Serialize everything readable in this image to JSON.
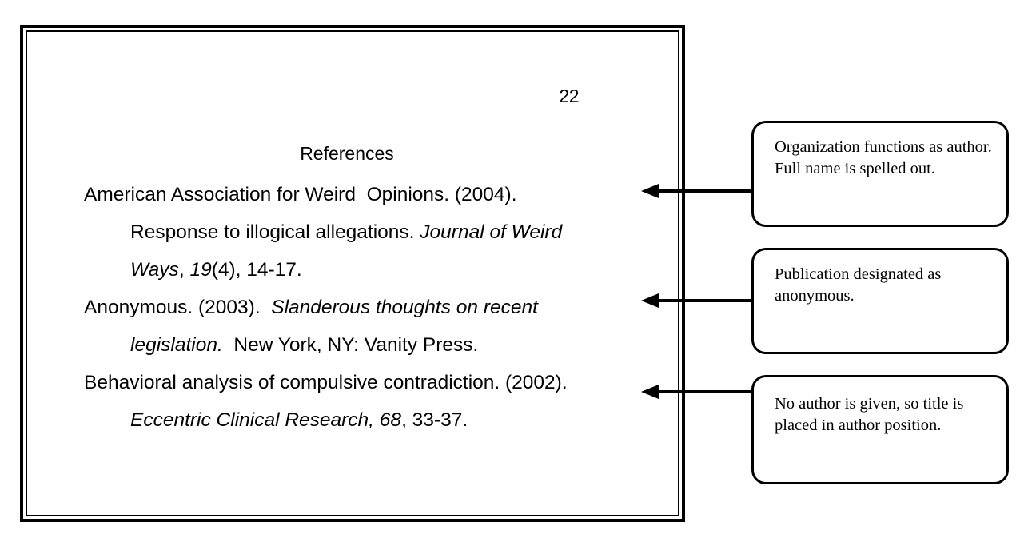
{
  "document": {
    "page_number": "22",
    "heading": "References",
    "references": [
      {
        "id": "reference-1",
        "lines": [
          [
            {
              "text": "American Association for Weird  Opinions. (2004).",
              "italic": false
            }
          ],
          [
            {
              "text": "Response to illogical allegations. ",
              "italic": false
            },
            {
              "text": "Journal of Weird",
              "italic": true
            }
          ],
          [
            {
              "text": "Ways",
              "italic": true
            },
            {
              "text": ", ",
              "italic": false
            },
            {
              "text": "19",
              "italic": true
            },
            {
              "text": "(4), 14-17.",
              "italic": false
            }
          ]
        ]
      },
      {
        "id": "reference-2",
        "lines": [
          [
            {
              "text": "Anonymous. (2003).  ",
              "italic": false
            },
            {
              "text": "Slanderous thoughts on recent",
              "italic": true
            }
          ],
          [
            {
              "text": "legislation.",
              "italic": true
            },
            {
              "text": "  New York, NY: Vanity Press.",
              "italic": false
            }
          ]
        ]
      },
      {
        "id": "reference-3",
        "lines": [
          [
            {
              "text": "Behavioral analysis of compulsive contradiction. (2002).",
              "italic": false
            }
          ],
          [
            {
              "text": "Eccentric Clinical Research, 68",
              "italic": true
            },
            {
              "text": ", 33-37.",
              "italic": false
            }
          ]
        ]
      }
    ]
  },
  "annotations": [
    {
      "id": "callout-1",
      "text": "Organization functions as author.  Full name is spelled out.",
      "arrow": "left-arrow-icon"
    },
    {
      "id": "callout-2",
      "text": "Publication designated as anonymous.",
      "arrow": "left-arrow-icon"
    },
    {
      "id": "callout-3",
      "text": "No author is given, so title is placed in author position.",
      "arrow": "left-arrow-icon"
    }
  ],
  "colors": {
    "ink": "#000000",
    "page": "#ffffff"
  }
}
